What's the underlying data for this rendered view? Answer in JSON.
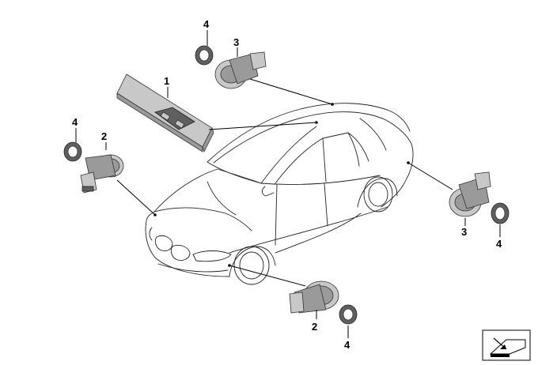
{
  "callouts": {
    "p1": "1",
    "p2_left": "2",
    "p2_bottom": "2",
    "p3_top": "3",
    "p3_right": "3",
    "p4_top": "4",
    "p4_left": "4",
    "p4_right": "4",
    "p4_bottom": "4"
  },
  "colors": {
    "part_fill": "#9a9a9a",
    "part_highlight": "#c8c8c8",
    "outline": "#222222"
  },
  "icons": {
    "corner_symbol": "exploded-view-icon"
  }
}
